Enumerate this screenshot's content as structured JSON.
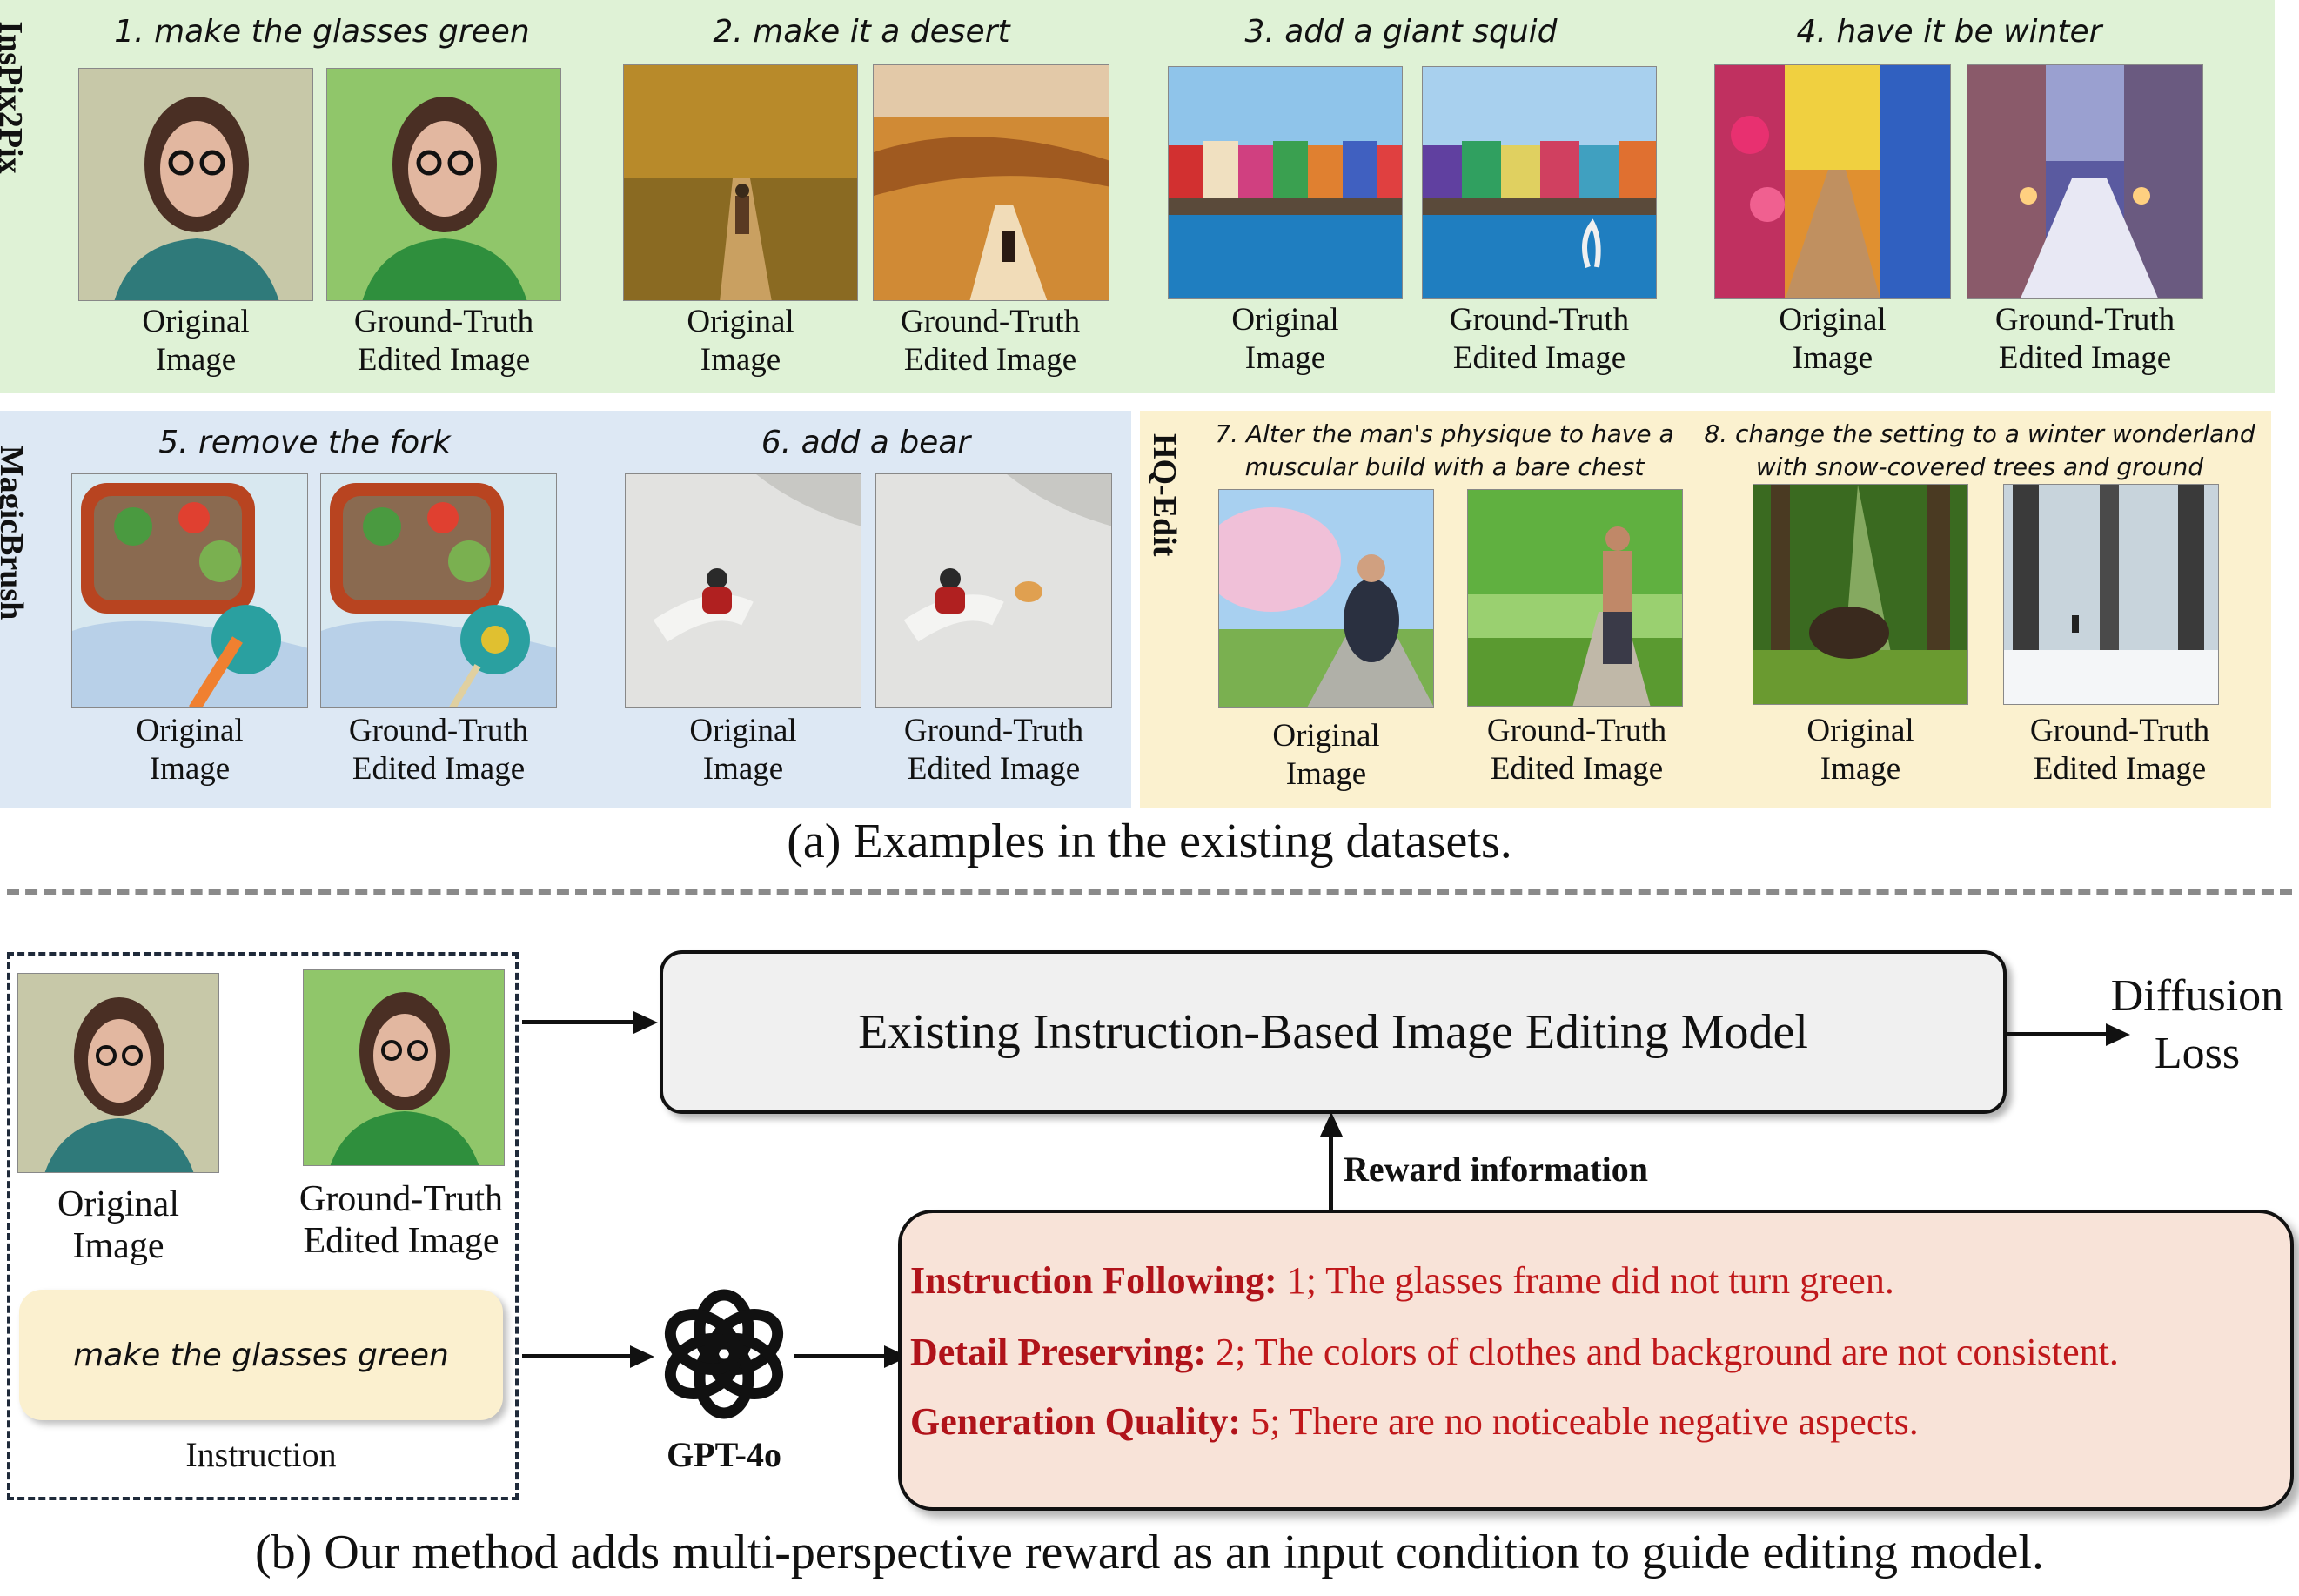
{
  "colors": {
    "green_panel": "#dff2d6",
    "blue_panel": "#dde8f4",
    "yellow_panel": "#fbf1cf",
    "reward_bg": "#f8e3d8",
    "reward_text": "#c0181b"
  },
  "caption_a": "(a) Examples in the existing datasets.",
  "caption_b": "(b) Our method adds multi-perspective reward as an input condition to guide editing model.",
  "datasets": {
    "inspix2pix": "InsPix2Pix",
    "magicbrush": "MagicBrush",
    "hqedit": "HQ-Edit"
  },
  "examples": [
    {
      "instruction": "1. make the glasses green"
    },
    {
      "instruction": "2. make it a desert"
    },
    {
      "instruction": "3. add a giant squid"
    },
    {
      "instruction": "4. have it be winter"
    },
    {
      "instruction": "5. remove the fork"
    },
    {
      "instruction": "6. add a bear"
    },
    {
      "instruction": "7. Alter the man's physique to have a muscular build with a bare chest"
    },
    {
      "instruction": "8. change the setting to a winter wonderland with snow-covered trees and ground"
    }
  ],
  "labels": {
    "original_1": "Original",
    "original_2": "Image",
    "gt_1": "Ground-Truth",
    "gt_2": "Edited Image"
  },
  "method": {
    "model_box": "Existing Instruction-Based Image Editing Model",
    "diffusion_1": "Diffusion",
    "diffusion_2": "Loss",
    "reward_information": "Reward information",
    "gpt": "GPT-4o",
    "instruction_text": "make the glasses green",
    "instruction_label": "Instruction",
    "rewards": [
      {
        "label": "Instruction Following:",
        "text": " 1; The glasses frame did not turn green."
      },
      {
        "label": "Detail Preserving:",
        "text": " 2; The colors of  clothes and background are not consistent."
      },
      {
        "label": "Generation Quality:",
        "text": " 5; There are no noticeable negative aspects."
      }
    ]
  }
}
